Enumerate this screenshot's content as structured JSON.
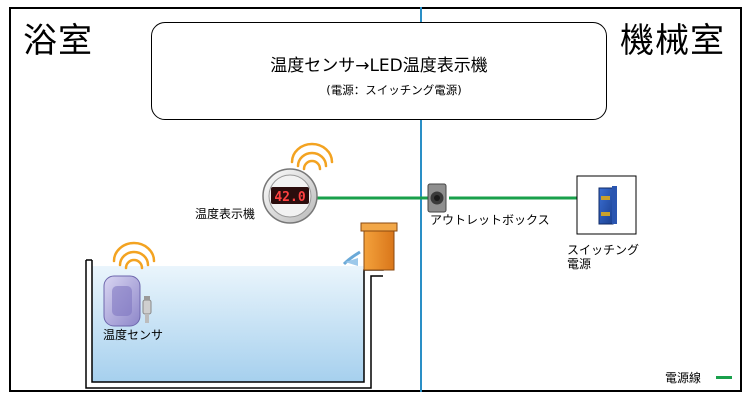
{
  "rooms": {
    "bathroom": "浴室",
    "machine_room": "機械室"
  },
  "title": {
    "main": "温度センサ→LED温度表示機",
    "sub": "(電源：スイッチング電源)"
  },
  "devices": {
    "display": {
      "label": "温度表示機",
      "readout": "42.0"
    },
    "outlet_box": {
      "label": "アウトレットボックス"
    },
    "power_supply": {
      "label_line1": "スイッチング",
      "label_line2": "電源"
    },
    "sensor": {
      "label": "温度センサ"
    }
  },
  "legend": {
    "power_line_label": "電源線",
    "power_line_color": "#19a04b"
  },
  "colors": {
    "divider": "#2a8fc6",
    "water_top": "#e6f3fb",
    "water_bottom": "#a9d2ee",
    "tub_overflow": "#e98a24"
  }
}
